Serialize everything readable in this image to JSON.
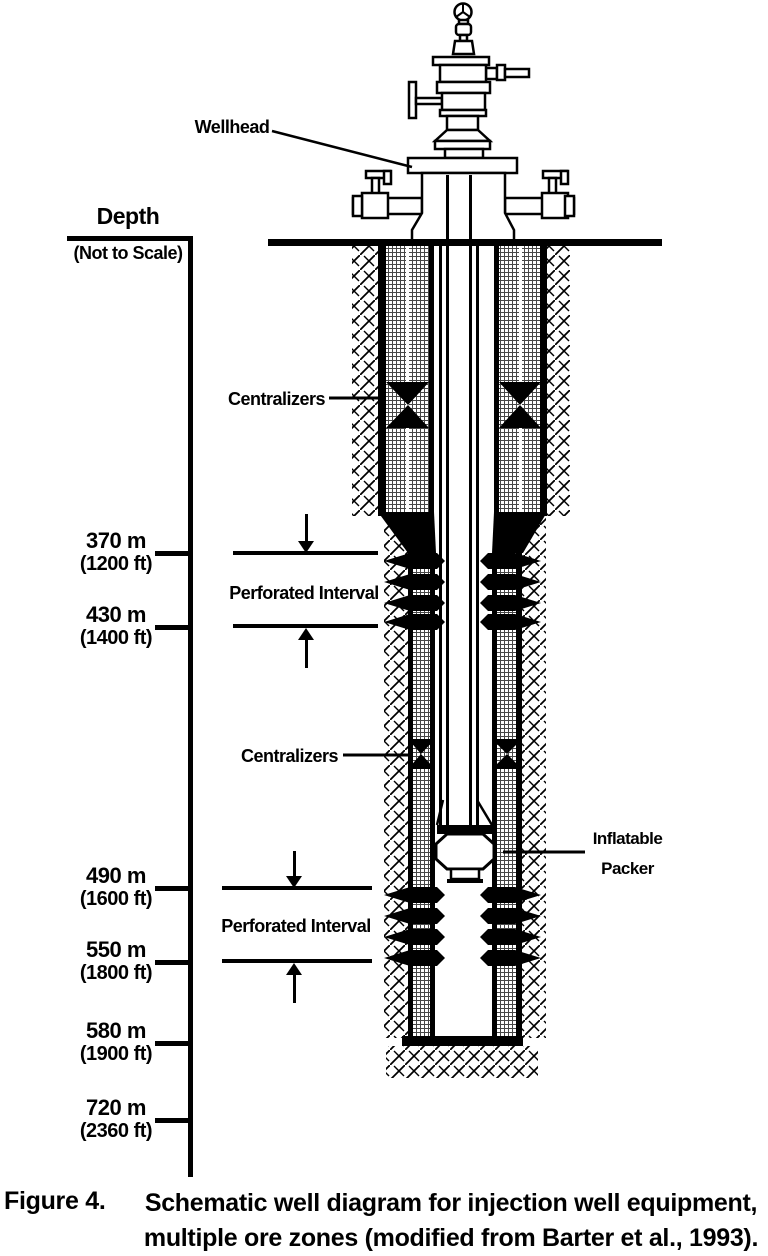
{
  "figure": {
    "label": "Figure 4.",
    "caption_line1": "Schematic well diagram for injection well equipment,",
    "caption_line2": "multiple ore zones (modified from Barter et al., 1993)."
  },
  "scale": {
    "title": "Depth",
    "subtitle": "(Not to Scale)",
    "marks": [
      {
        "m": "370 m",
        "ft": "(1200 ft)"
      },
      {
        "m": "430 m",
        "ft": "(1400 ft)"
      },
      {
        "m": "490 m",
        "ft": "(1600 ft)"
      },
      {
        "m": "550 m",
        "ft": "(1800 ft)"
      },
      {
        "m": "580 m",
        "ft": "(1900 ft)"
      },
      {
        "m": "720 m",
        "ft": "(2360 ft)"
      }
    ]
  },
  "labels": {
    "wellhead": "Wellhead",
    "centralizers_upper": "Centralizers",
    "centralizers_lower": "Centralizers",
    "perforated_upper": "Perforated Interval",
    "perforated_lower": "Perforated Interval",
    "packer_line1": "Inflatable",
    "packer_line2": "Packer"
  },
  "colors": {
    "ink": "#000000",
    "paper": "#ffffff"
  }
}
